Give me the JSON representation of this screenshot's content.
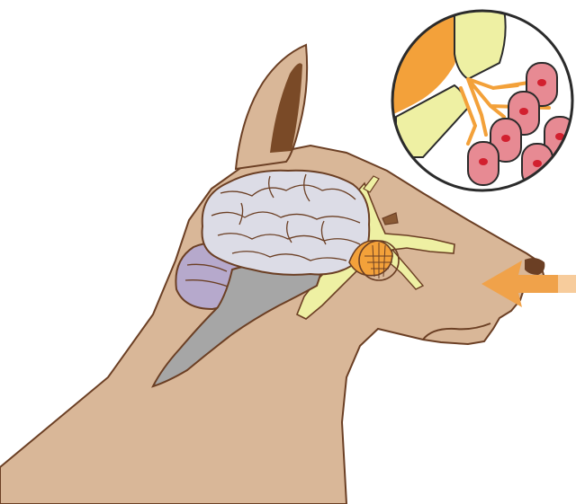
{
  "diagram": {
    "parts": [
      "dog-head",
      "ear",
      "cerebrum",
      "cerebellum",
      "brainstem",
      "olfactory-bulb",
      "olfactory-nerve",
      "nasal-cavity",
      "nose",
      "scent-arrow",
      "magnified-inset-receptors"
    ],
    "colors": {
      "skin": "#d9b798",
      "outline": "#6b3f24",
      "ear_inner": "#7a4a27",
      "cerebrum": "#dcdce6",
      "cerebellum": "#b6a9cc",
      "brainstem": "#a6a6a6",
      "olfactory_bulb": "#f3a13a",
      "nerve": "#eef0a3",
      "arrow": "#f0a24a",
      "receptor_cell": "#e78a93",
      "receptor_nucleus": "#d2202f"
    }
  }
}
